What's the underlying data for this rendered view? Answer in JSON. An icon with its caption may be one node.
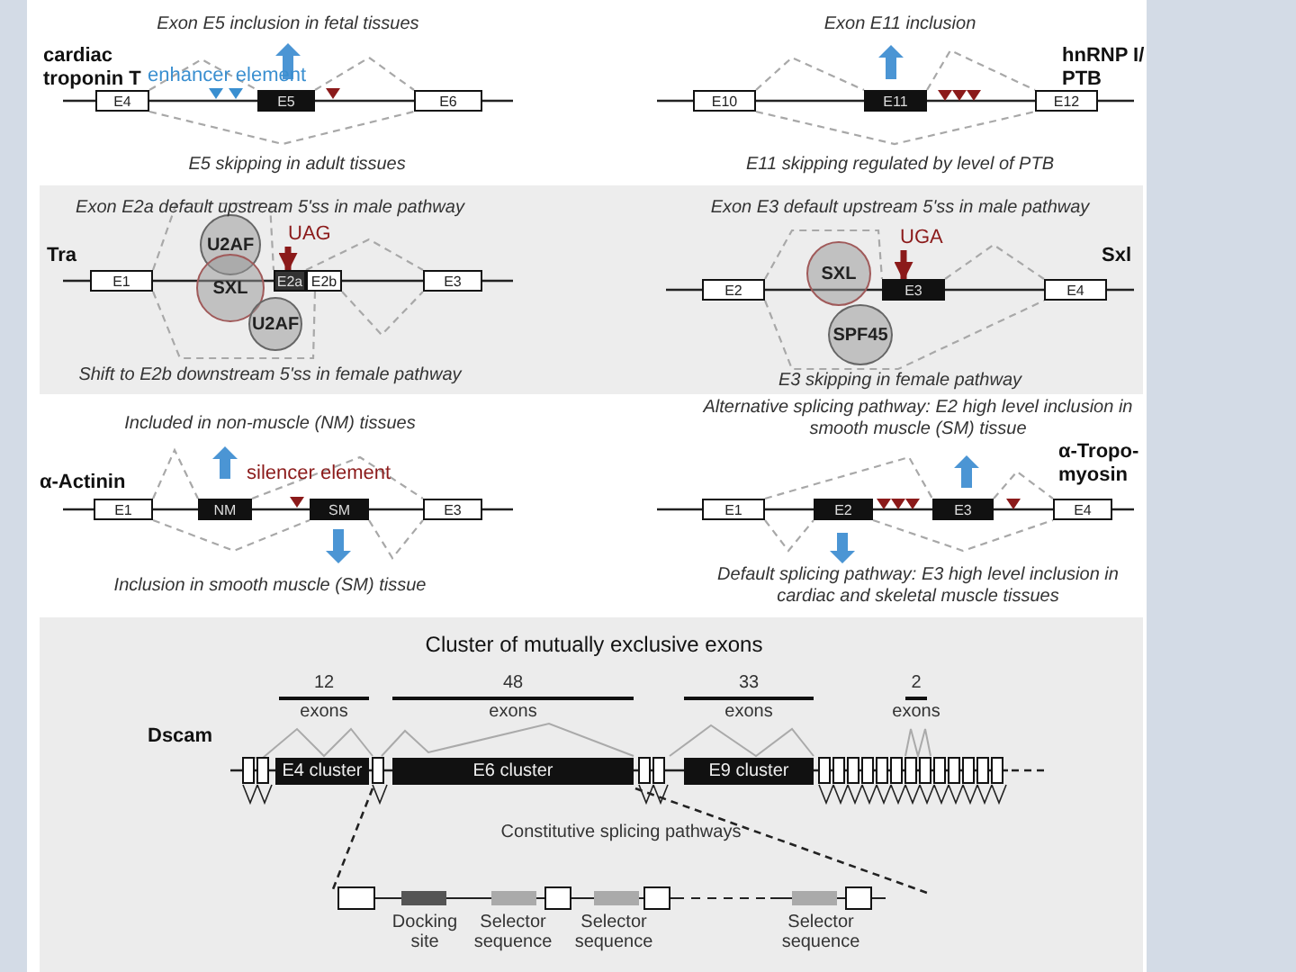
{
  "diagram": {
    "nodes": [
      {
        "text": [
          "E4"
        ]
      },
      {
        "text": [
          "E5"
        ]
      },
      {
        "text": [
          "E6"
        ]
      },
      {
        "text": [
          "E10"
        ]
      },
      {
        "text": [
          "E11"
        ]
      },
      {
        "text": [
          "E12"
        ]
      },
      {
        "text": [
          "E1"
        ]
      },
      {
        "text": [
          "E2a"
        ]
      },
      {
        "text": [
          "E2b"
        ]
      },
      {
        "text": [
          "E3"
        ]
      },
      {
        "text": [
          "U2AF"
        ]
      },
      {
        "text": [
          "SXL"
        ]
      },
      {
        "text": [
          "U2AF"
        ]
      },
      {
        "text": [
          "UAG"
        ]
      },
      {
        "text": [
          "E2"
        ]
      },
      {
        "text": [
          "E3"
        ]
      },
      {
        "text": [
          "E4"
        ]
      },
      {
        "text": [
          "SXL"
        ]
      },
      {
        "text": [
          "SPF45"
        ]
      },
      {
        "text": [
          "UGA"
        ]
      },
      {
        "text": [
          "E1"
        ]
      },
      {
        "text": [
          "NM"
        ]
      },
      {
        "text": [
          "SM"
        ]
      },
      {
        "text": [
          "E3"
        ]
      },
      {
        "text": [
          "E1"
        ]
      },
      {
        "text": [
          "E2"
        ]
      },
      {
        "text": [
          "E3"
        ]
      },
      {
        "text": [
          "E4"
        ]
      },
      {
        "text": [
          "E4 cluster"
        ]
      },
      {
        "text": [
          "E6 cluster"
        ]
      },
      {
        "text": [
          "E9 cluster"
        ]
      }
    ],
    "edges": [
      {
        "from": 0,
        "to": 1,
        "arrow": "none",
        "style": "dashed"
      },
      {
        "from": 1,
        "to": 2,
        "arrow": "none",
        "style": "dashed"
      },
      {
        "from": 0,
        "to": 2,
        "arrow": "none",
        "style": "dashed"
      },
      {
        "from": 3,
        "to": 4,
        "arrow": "none",
        "style": "dashed"
      },
      {
        "from": 4,
        "to": 5,
        "arrow": "none",
        "style": "dashed"
      },
      {
        "from": 3,
        "to": 5,
        "arrow": "none",
        "style": "dashed"
      },
      {
        "from": 6,
        "to": 7,
        "arrow": "none",
        "style": "dashed"
      },
      {
        "from": 7,
        "to": 9,
        "arrow": "none",
        "style": "dashed"
      },
      {
        "from": 6,
        "to": 8,
        "arrow": "none",
        "style": "dashed"
      },
      {
        "from": 8,
        "to": 9,
        "arrow": "none",
        "style": "dashed"
      },
      {
        "from": 13,
        "to": 7,
        "arrow": "to",
        "style": "thick",
        "color": "#8b1a1a"
      },
      {
        "from": 14,
        "to": 15,
        "arrow": "none",
        "style": "dashed"
      },
      {
        "from": 15,
        "to": 16,
        "arrow": "none",
        "style": "dashed"
      },
      {
        "from": 14,
        "to": 16,
        "arrow": "none",
        "style": "dashed"
      },
      {
        "from": 19,
        "to": 15,
        "arrow": "to",
        "style": "thick",
        "color": "#8b1a1a"
      },
      {
        "from": 20,
        "to": 21,
        "arrow": "none",
        "style": "dashed"
      },
      {
        "from": 21,
        "to": 23,
        "arrow": "none",
        "style": "dashed"
      },
      {
        "from": 20,
        "to": 22,
        "arrow": "none",
        "style": "dashed"
      },
      {
        "from": 22,
        "to": 23,
        "arrow": "none",
        "style": "dashed"
      },
      {
        "from": 24,
        "to": 26,
        "arrow": "none",
        "style": "dashed"
      },
      {
        "from": 26,
        "to": 27,
        "arrow": "none",
        "style": "dashed"
      },
      {
        "from": 24,
        "to": 25,
        "arrow": "none",
        "style": "dashed"
      },
      {
        "from": 25,
        "to": 27,
        "arrow": "none",
        "style": "dashed"
      }
    ],
    "labels": [
      "Exon E5 inclusion in fetal tissues",
      "Exon E11 inclusion",
      "cardiac troponin T",
      "enhancer element",
      "hnRNP I/ PTB",
      "E5 skipping in adult tissues",
      "E11 skipping regulated by level of PTB",
      "Exon E2a default upstream 5'ss in male pathway",
      "Exon E3 default upstream 5'ss in male pathway",
      "Tra",
      "Sxl",
      "Shift to E2b downstream 5'ss in female pathway",
      "E3 skipping in female pathway",
      "Included in non-muscle (NM) tissues",
      "Alternative splicing pathway: E2 high level inclusion in smooth muscle (SM) tissue",
      "α-Actinin",
      "silencer element",
      "α-Tropo- myosin",
      "Inclusion in smooth muscle (SM) tissue",
      "Default splicing pathway: E3 high level inclusion in cardiac and skeletal muscle tissues",
      "Cluster of mutually exclusive exons",
      "12",
      "exons",
      "48",
      "exons",
      "33",
      "exons",
      "2",
      "exons",
      "Dscam",
      "Constitutive splicing pathways",
      "Docking site",
      "Selector sequence",
      "Selector sequence",
      "Selector sequence"
    ]
  }
}
